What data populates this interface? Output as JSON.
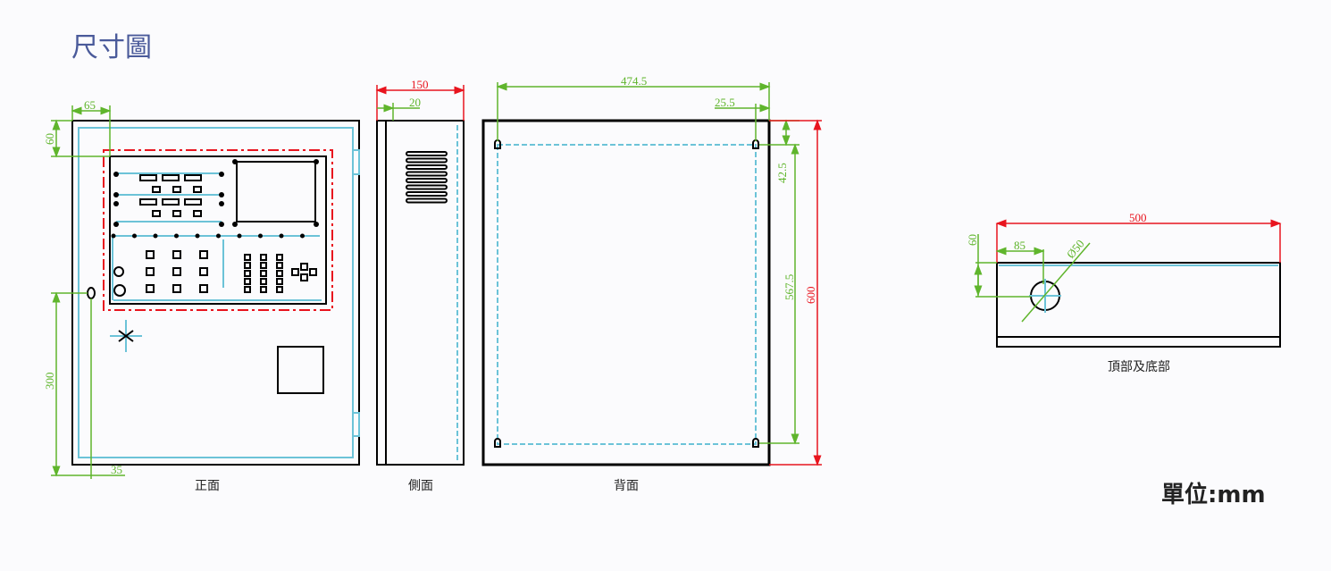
{
  "title": "尺寸圖",
  "views": {
    "front": {
      "label": "正面",
      "dims": {
        "left_offset": "65",
        "top_offset": "60",
        "lock_height": "300",
        "lock_offset": "35"
      }
    },
    "side": {
      "label": "側面",
      "dims": {
        "depth": "150",
        "inset": "20"
      }
    },
    "back": {
      "label": "背面",
      "dims": {
        "hole_span": "474.5",
        "hole_edge": "25.5",
        "hole_top": "42.5",
        "hole_vspan": "567.5",
        "height": "600"
      }
    },
    "top": {
      "label": "頂部及底部",
      "dims": {
        "width": "500",
        "hole_x": "85",
        "hole_y": "60",
        "hole_dia": "Ø50"
      }
    }
  },
  "unit": "單位:mm",
  "colors": {
    "outline": "#000000",
    "centerline": "#6cc3d8",
    "dimension": "#5fb52c",
    "overall": "#e8141e",
    "title": "#4a5a9a"
  }
}
